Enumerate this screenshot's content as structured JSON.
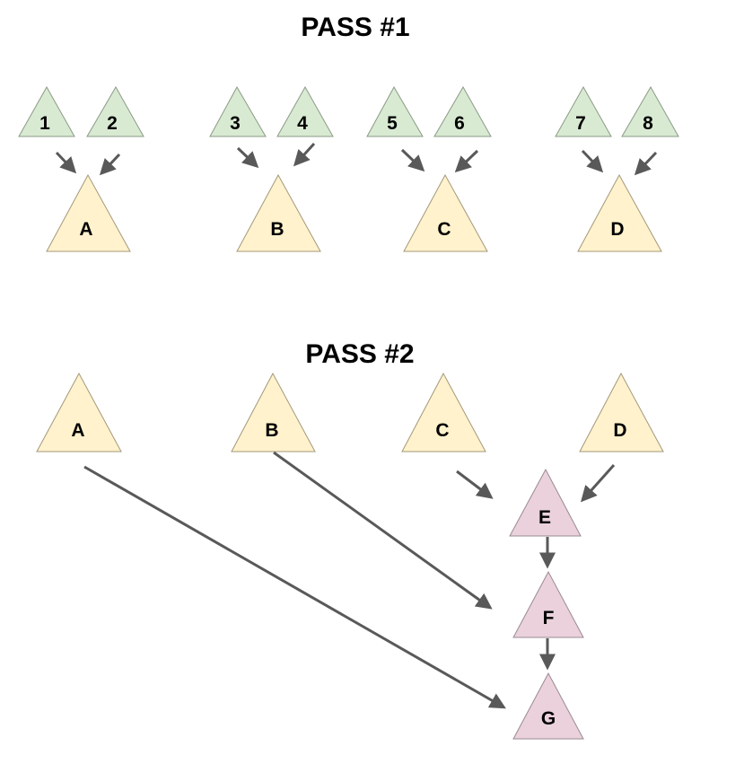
{
  "titles": {
    "pass1": "PASS #1",
    "pass2": "PASS #2"
  },
  "colors": {
    "leaf_fill": "#d9ead3",
    "leaf_stroke": "#8a9a85",
    "merged_fill": "#fff2cc",
    "merged_stroke": "#a3987a",
    "result_fill": "#ead1dc",
    "result_stroke": "#9a8a92",
    "arrow": "#595959"
  },
  "pass1": {
    "leaves": [
      "1",
      "2",
      "3",
      "4",
      "5",
      "6",
      "7",
      "8"
    ],
    "merged": [
      "A",
      "B",
      "C",
      "D"
    ]
  },
  "pass2": {
    "inputs": [
      "A",
      "B",
      "C",
      "D"
    ],
    "results": [
      "E",
      "F",
      "G"
    ]
  }
}
